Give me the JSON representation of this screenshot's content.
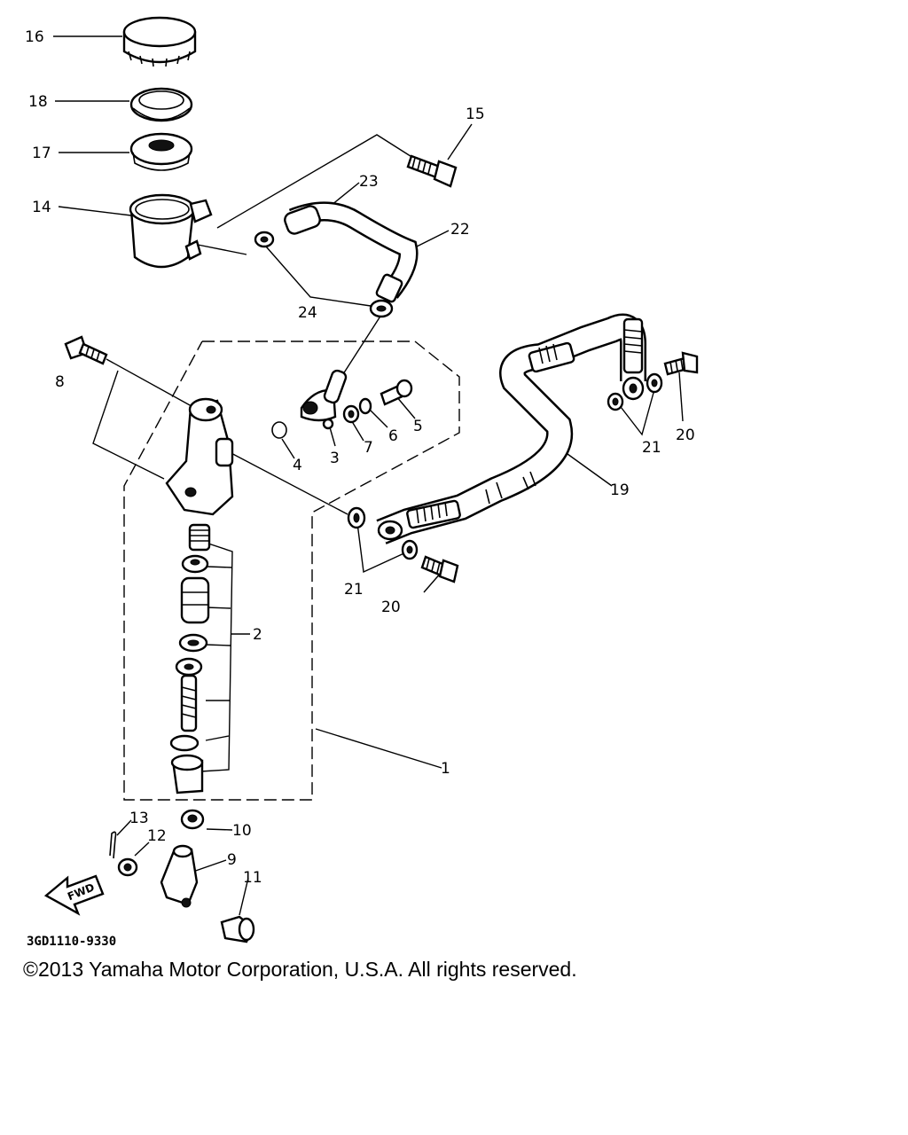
{
  "labels": {
    "p1": "1",
    "p2": "2",
    "p3": "3",
    "p4": "4",
    "p5": "5",
    "p6": "6",
    "p7": "7",
    "p8": "8",
    "p9": "9",
    "p10": "10",
    "p11": "11",
    "p12": "12",
    "p13": "13",
    "p14": "14",
    "p15": "15",
    "p16": "16",
    "p17": "17",
    "p18": "18",
    "p19": "19",
    "p20a": "20",
    "p20b": "20",
    "p21a": "21",
    "p21b": "21",
    "p22": "22",
    "p23": "23",
    "p24": "24"
  },
  "fwd_arrow_text": "FWD",
  "diagram_code": "3GD1110-9330",
  "copyright": "©2013 Yamaha Motor Corporation, U.S.A. All rights reserved."
}
